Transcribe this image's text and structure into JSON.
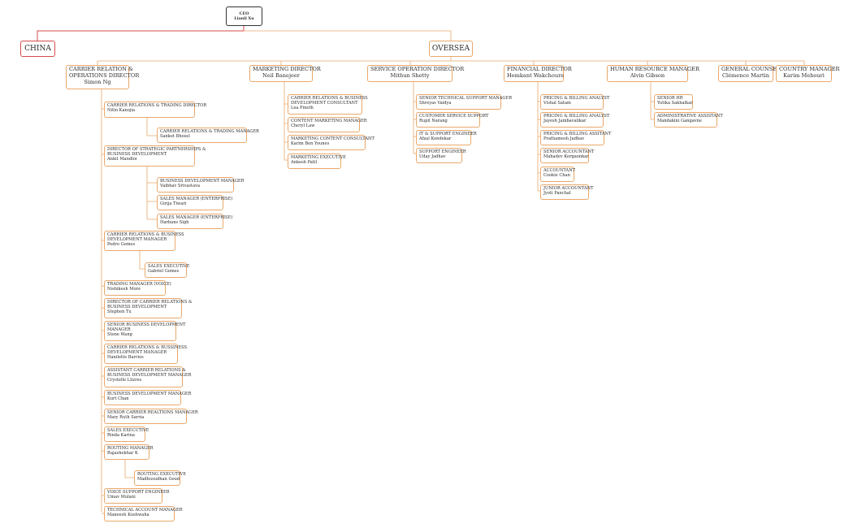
{
  "ceo": {
    "title": "CEO",
    "name": "Lianli Xu"
  },
  "china": {
    "label": "CHINA"
  },
  "oversea": {
    "label": "OVERSEA"
  },
  "carrier": {
    "title_line1": "CARRIER RELATION &",
    "title_line2": "OPERATIONS DIRECTOR",
    "name": "Simon Ng",
    "reports": [
      {
        "title": "CARRIER RELATIONS & TRADING DIRECTOR",
        "name": "Nitin Kanojia"
      },
      {
        "title": "CARRIER RELATIONS & TRADING MANAGER",
        "name": "Sanket Bhosel"
      },
      {
        "title_line1": "DIRECTOR OF STRATEGIC PARTNERSHIPS &",
        "title_line2": "BUSINESS DEVELOPMENT",
        "name": "Ankit Mandloi"
      },
      {
        "title": "BUSINESS DEVELOPMENT MANAGER",
        "name": "Vaibhav Srivastava"
      },
      {
        "title": "SALES MANAGER (ENTERPRISE)",
        "name": "Girija Tiwari"
      },
      {
        "title": "SALES MANAGER (ENTERPRISE)",
        "name": "Harbans Sigh"
      },
      {
        "title_line1": "CARRIER RELATIONS & BUSINESS",
        "title_line2": "DEVELOPMENT MANAGER",
        "name": "Pedro Gomes"
      },
      {
        "title": "SALES EXECUTIVE",
        "name": "Gabriel Gomes"
      },
      {
        "title": "TRADING MANAGER (VOICE)",
        "name": "Nishikesh More"
      },
      {
        "title_line1": "DIRECTOR OF CARRIER RELATIONS &",
        "title_line2": "BUSINESS DEVELOPMENT",
        "name": "Stephen Tu"
      },
      {
        "title_line1": "SENIOR BUSINESS DEVELOPMENT",
        "title_line2": "MANAGER",
        "name": "Stone Wang"
      },
      {
        "title_line1": "CARRIER RELATIONS & BUSSINESS",
        "title_line2": "DEVELOPMENT MANAGER",
        "name": "Hanilette Barrios"
      },
      {
        "title_line1": "ASSISTANT CARRIER RELATIONS &",
        "title_line2": "BUSINESS DEVELOPMENT MANAGER",
        "name": "Crystelle Llizres"
      },
      {
        "title": "BUSINESS DEVELOPMENT MANAGER",
        "name": "Kurt Chan"
      },
      {
        "title": "SENIOR CARRIER REALTIONS MANAGER",
        "name": "Mary Ruth Sarria"
      },
      {
        "title": "SALES EXECUTIVE",
        "name": "Rinda Karina"
      },
      {
        "title": "ROUTING MANAGER",
        "name": "Rajashekhar K"
      },
      {
        "title": "ROUTING EXECUTIVE",
        "name": "Madhusudhan Goud"
      },
      {
        "title": "VOICE SUPPORT ENGINEER",
        "name": "Umav Mulani"
      },
      {
        "title": "TECHNICAL ACCOUNT MANAGER",
        "name": "Maneesh Kushwaha"
      }
    ]
  },
  "marketing": {
    "title": "MARKETING DIRECTOR",
    "name": "Neil Banejeer",
    "reports": [
      {
        "title_line1": "CARRIER RELATIONS & BUSINESS",
        "title_line2": "DEVELOPMENT CONSULTANT",
        "name": "Lea Pinoth"
      },
      {
        "title": "CONTENT MARKETING MANAGER",
        "name": "Cheryl Law"
      },
      {
        "title": "MARKETING CONTENT CONSULTANT",
        "name": "Karim Ben Younes"
      },
      {
        "title": "MARKETING EXECUTIVE",
        "name": "Ankesh Patil"
      }
    ]
  },
  "service": {
    "title": "SERVICE OPERATION DIRECTOR",
    "name": "Mithun Shetty",
    "reports": [
      {
        "title": "SENIOR TECHNICAL SUPPORT MANAGER",
        "name": "Shreyas Vaidya"
      },
      {
        "title": "CUSTOMER SERVICE SUPPORT",
        "name": "Rupil Narang"
      },
      {
        "title": "IT & SUPPORT ENGINEER",
        "name": "Afzal Kondekar"
      },
      {
        "title": "SUPPORT ENGINEER",
        "name": "Uday Jadhav"
      }
    ]
  },
  "financial": {
    "title": "FINANCIAL DIRECTOR",
    "name": "Hemkant Wakchoure",
    "reports": [
      {
        "title": "PRICING & BILLING ANALYST",
        "name": "Vishal Satam"
      },
      {
        "title": "PRICING & BILLING ANALYST",
        "name": "Jayesh Jambavalikar"
      },
      {
        "title": "PRICING & BILLING ASSITANT",
        "name": "Prathamesh Jadhav"
      },
      {
        "title": "SENIOR ACCOUNTANT",
        "name": "Mahadev Korgaonkar"
      },
      {
        "title": "ACCOUNTANT",
        "name": "Cookie Chan"
      },
      {
        "title": "JUNIOR ACCOUNTANT",
        "name": "Jyoti Panchal"
      }
    ]
  },
  "hr": {
    "title": "HUMAN RESOURCE MANAGER",
    "name": "Alvin Gibson",
    "reports": [
      {
        "title": "SENIOR HR",
        "name": "Yutika Sakhalkar"
      },
      {
        "title": "ADMINISTRATIVE ASSISTANT",
        "name": "Mandakini Gangavne"
      }
    ]
  },
  "counsel": {
    "title": "GENERAL COUNSEL",
    "name": "Clémence Martin"
  },
  "country": {
    "title": "COUNTRY MANAGER",
    "name": "Karim Mehouri"
  },
  "colors": {
    "connector": "#e9a86a",
    "china_border": "#d84b4b",
    "ceo_border": "#333333"
  }
}
